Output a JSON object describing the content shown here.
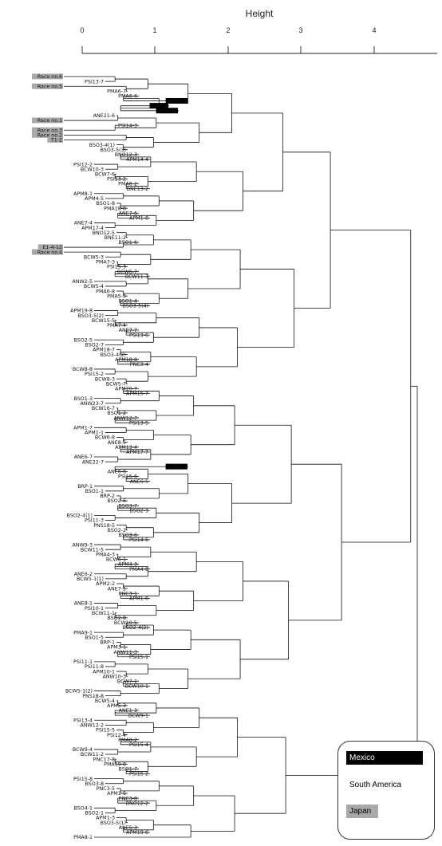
{
  "axis": {
    "title": "Height",
    "ticks": [
      "0",
      "1",
      "2",
      "3",
      "4"
    ]
  },
  "legend": {
    "mexico": "Mexico",
    "south_america": "South America",
    "japan": "Japan"
  },
  "colors": {
    "mexico": "#000000",
    "japan": "#a9a9a9",
    "south_america": "#ffffff"
  },
  "leaves": [
    {
      "label": "Race no.6",
      "origin": "japan"
    },
    {
      "label": "PSI13-7",
      "origin": "south_america"
    },
    {
      "label": "Race no.5",
      "origin": "japan"
    },
    {
      "label": "PMA6-7",
      "origin": "south_america"
    },
    {
      "label": "PMA6-6",
      "origin": "south_america"
    },
    {
      "label": "MRP-13",
      "origin": "mexico"
    },
    {
      "label": "MRP-4",
      "origin": "mexico"
    },
    {
      "label": "MRP-19",
      "origin": "mexico"
    },
    {
      "label": "ANE21-6",
      "origin": "south_america"
    },
    {
      "label": "Race no.1",
      "origin": "japan"
    },
    {
      "label": "PSI14-3",
      "origin": "south_america"
    },
    {
      "label": "Race no.3",
      "origin": "japan"
    },
    {
      "label": "Race no.2",
      "origin": "japan"
    },
    {
      "label": "T1-2",
      "origin": "japan"
    },
    {
      "label": "BSO3-4(1)",
      "origin": "south_america"
    },
    {
      "label": "BSO3-5(3)",
      "origin": "south_america"
    },
    {
      "label": "BNO12-3",
      "origin": "south_america"
    },
    {
      "label": "APM14-4",
      "origin": "south_america"
    },
    {
      "label": "PSI12-2",
      "origin": "south_america"
    },
    {
      "label": "BCW10-3",
      "origin": "south_america"
    },
    {
      "label": "BCW7-6",
      "origin": "south_america"
    },
    {
      "label": "PSI13-2",
      "origin": "south_america"
    },
    {
      "label": "PMA6-2",
      "origin": "south_america"
    },
    {
      "label": "BNE13-2",
      "origin": "south_america"
    },
    {
      "label": "APM8-1",
      "origin": "south_america"
    },
    {
      "label": "APM4-5",
      "origin": "south_america"
    },
    {
      "label": "BSO1-8",
      "origin": "south_america"
    },
    {
      "label": "PMA18-8",
      "origin": "south_america"
    },
    {
      "label": "ANE7-6",
      "origin": "south_america"
    },
    {
      "label": "APM1-8",
      "origin": "south_america"
    },
    {
      "label": "ANE7-4",
      "origin": "south_america"
    },
    {
      "label": "APM17-4",
      "origin": "south_america"
    },
    {
      "label": "BNO12-5",
      "origin": "south_america"
    },
    {
      "label": "BNE11-2",
      "origin": "south_america"
    },
    {
      "label": "BSO1-6",
      "origin": "south_america"
    },
    {
      "label": "E1-4-12",
      "origin": "japan"
    },
    {
      "label": "Race no.4",
      "origin": "japan"
    },
    {
      "label": "BCW5-3",
      "origin": "south_america"
    },
    {
      "label": "PMA7-3",
      "origin": "south_america"
    },
    {
      "label": "PSI15-3",
      "origin": "south_america"
    },
    {
      "label": "BCW6-7",
      "origin": "south_america"
    },
    {
      "label": "BCW11-3",
      "origin": "south_america"
    },
    {
      "label": "ANW2-5",
      "origin": "south_america"
    },
    {
      "label": "BCW5-4",
      "origin": "south_america"
    },
    {
      "label": "PMA6-8",
      "origin": "south_america"
    },
    {
      "label": "PMA5-3",
      "origin": "south_america"
    },
    {
      "label": "BSO1-4",
      "origin": "south_america"
    },
    {
      "label": "BSO3-5(4)",
      "origin": "south_america"
    },
    {
      "label": "APM19-8",
      "origin": "south_america"
    },
    {
      "label": "BSO3-5(2)",
      "origin": "south_america"
    },
    {
      "label": "BCW15-5",
      "origin": "south_america"
    },
    {
      "label": "PMA7-4",
      "origin": "south_america"
    },
    {
      "label": "ANE7-7",
      "origin": "south_america"
    },
    {
      "label": "PSI13-6",
      "origin": "south_america"
    },
    {
      "label": "BSO2-5",
      "origin": "south_america"
    },
    {
      "label": "BSO2-7",
      "origin": "south_america"
    },
    {
      "label": "APM18-7",
      "origin": "south_america"
    },
    {
      "label": "BSO3-4(2)",
      "origin": "south_america"
    },
    {
      "label": "APM18-8",
      "origin": "south_america"
    },
    {
      "label": "PNC3-4",
      "origin": "south_america"
    },
    {
      "label": "BCW8-8",
      "origin": "south_america"
    },
    {
      "label": "PSI15-2",
      "origin": "south_america"
    },
    {
      "label": "BCW8-3",
      "origin": "south_america"
    },
    {
      "label": "BCW5-7",
      "origin": "south_america"
    },
    {
      "label": "APM20-7",
      "origin": "south_america"
    },
    {
      "label": "APM15-7",
      "origin": "south_america"
    },
    {
      "label": "BSO1-3",
      "origin": "south_america"
    },
    {
      "label": "ANW23-7",
      "origin": "south_america"
    },
    {
      "label": "BCW16-7",
      "origin": "south_america"
    },
    {
      "label": "BSO1-2",
      "origin": "south_america"
    },
    {
      "label": "ANW12-7",
      "origin": "south_america"
    },
    {
      "label": "PSI13-5",
      "origin": "south_america"
    },
    {
      "label": "APM1-7",
      "origin": "south_america"
    },
    {
      "label": "APM1-1",
      "origin": "south_america"
    },
    {
      "label": "BCW6-8",
      "origin": "south_america"
    },
    {
      "label": "ANE8-5",
      "origin": "south_america"
    },
    {
      "label": "APM13-4",
      "origin": "south_america"
    },
    {
      "label": "APM17-7",
      "origin": "south_america"
    },
    {
      "label": "ANE6-7",
      "origin": "south_america"
    },
    {
      "label": "ANE22-7",
      "origin": "south_america"
    },
    {
      "label": "MRP-16",
      "origin": "mexico"
    },
    {
      "label": "ANE6-6",
      "origin": "south_america"
    },
    {
      "label": "PSI15-6",
      "origin": "south_america"
    },
    {
      "label": "ANE6-5",
      "origin": "south_america"
    },
    {
      "label": "BRP-1",
      "origin": "south_america"
    },
    {
      "label": "BSO1-1",
      "origin": "south_america"
    },
    {
      "label": "BRP-2",
      "origin": "south_america"
    },
    {
      "label": "BSO2-6",
      "origin": "south_america"
    },
    {
      "label": "BSO3-7",
      "origin": "south_america"
    },
    {
      "label": "BSO2-3",
      "origin": "south_america"
    },
    {
      "label": "BSO2-4(1)",
      "origin": "south_america"
    },
    {
      "label": "PSI11-3",
      "origin": "south_america"
    },
    {
      "label": "PNS18-5",
      "origin": "south_america"
    },
    {
      "label": "BSO2-2",
      "origin": "south_america"
    },
    {
      "label": "BSO3-6",
      "origin": "south_america"
    },
    {
      "label": "PSI14-5",
      "origin": "south_america"
    },
    {
      "label": "ANW9-3",
      "origin": "south_america"
    },
    {
      "label": "BCW11-5",
      "origin": "south_america"
    },
    {
      "label": "PMA4-3",
      "origin": "south_america"
    },
    {
      "label": "BCW6-1",
      "origin": "south_america"
    },
    {
      "label": "APM4-3",
      "origin": "south_america"
    },
    {
      "label": "PMA4-8",
      "origin": "south_america"
    },
    {
      "label": "ANE6-2",
      "origin": "south_america"
    },
    {
      "label": "BCW5-1(1)",
      "origin": "south_america"
    },
    {
      "label": "APM2-2",
      "origin": "south_america"
    },
    {
      "label": "ANE7-1",
      "origin": "south_america"
    },
    {
      "label": "PNC3-1",
      "origin": "south_america"
    },
    {
      "label": "APM1-6",
      "origin": "south_america"
    },
    {
      "label": "ANE8-1",
      "origin": "south_america"
    },
    {
      "label": "PSI10-1",
      "origin": "south_america"
    },
    {
      "label": "BCW11-1",
      "origin": "south_america"
    },
    {
      "label": "BSO2-8",
      "origin": "south_america"
    },
    {
      "label": "BCW10-5",
      "origin": "south_america"
    },
    {
      "label": "BSO2-4(2)",
      "origin": "south_america"
    },
    {
      "label": "PMA9-1",
      "origin": "south_america"
    },
    {
      "label": "BSO1-5",
      "origin": "south_america"
    },
    {
      "label": "BRP-1",
      "origin": "south_america"
    },
    {
      "label": "APM3-1",
      "origin": "south_america"
    },
    {
      "label": "ANW11-3",
      "origin": "south_america"
    },
    {
      "label": "PSI15-1",
      "origin": "south_america"
    },
    {
      "label": "PSI11-1",
      "origin": "south_america"
    },
    {
      "label": "PSI11-8",
      "origin": "south_america"
    },
    {
      "label": "APM10-1",
      "origin": "south_america"
    },
    {
      "label": "ANW10-3",
      "origin": "south_america"
    },
    {
      "label": "BCW7-1",
      "origin": "south_america"
    },
    {
      "label": "BCW10-1",
      "origin": "south_america"
    },
    {
      "label": "BCW5-1(2)",
      "origin": "south_america"
    },
    {
      "label": "PNS18-8",
      "origin": "south_america"
    },
    {
      "label": "BCW5-4",
      "origin": "south_america"
    },
    {
      "label": "APM5-3",
      "origin": "south_america"
    },
    {
      "label": "ANE1-3",
      "origin": "south_america"
    },
    {
      "label": "BCW9-1",
      "origin": "south_america"
    },
    {
      "label": "PSI13-4",
      "origin": "south_america"
    },
    {
      "label": "ANW12-2",
      "origin": "south_america"
    },
    {
      "label": "PSI15-5",
      "origin": "south_america"
    },
    {
      "label": "PSI12-4",
      "origin": "south_america"
    },
    {
      "label": "PMA8-2",
      "origin": "south_america"
    },
    {
      "label": "PSI15-4",
      "origin": "south_america"
    },
    {
      "label": "BCW9-4",
      "origin": "south_america"
    },
    {
      "label": "BCW11-2",
      "origin": "south_america"
    },
    {
      "label": "PNC17-8",
      "origin": "south_america"
    },
    {
      "label": "PMA19-8",
      "origin": "south_america"
    },
    {
      "label": "BSO1-7",
      "origin": "south_america"
    },
    {
      "label": "PSI15-2",
      "origin": "south_america"
    },
    {
      "label": "PSI15-8",
      "origin": "south_america"
    },
    {
      "label": "BSO3-8",
      "origin": "south_america"
    },
    {
      "label": "PNC3-5",
      "origin": "south_america"
    },
    {
      "label": "APM1-5",
      "origin": "south_america"
    },
    {
      "label": "PNC3-8",
      "origin": "south_america"
    },
    {
      "label": "BNO12-2",
      "origin": "south_america"
    },
    {
      "label": "BSO4-1",
      "origin": "south_america"
    },
    {
      "label": "BSO2-1",
      "origin": "south_america"
    },
    {
      "label": "APM1-3",
      "origin": "south_america"
    },
    {
      "label": "BSO3-5(1)",
      "origin": "south_america"
    },
    {
      "label": "ANE5-3",
      "origin": "south_america"
    },
    {
      "label": "APM19-6",
      "origin": "south_america"
    },
    {
      "label": "PMA8-1",
      "origin": "south_america"
    }
  ]
}
